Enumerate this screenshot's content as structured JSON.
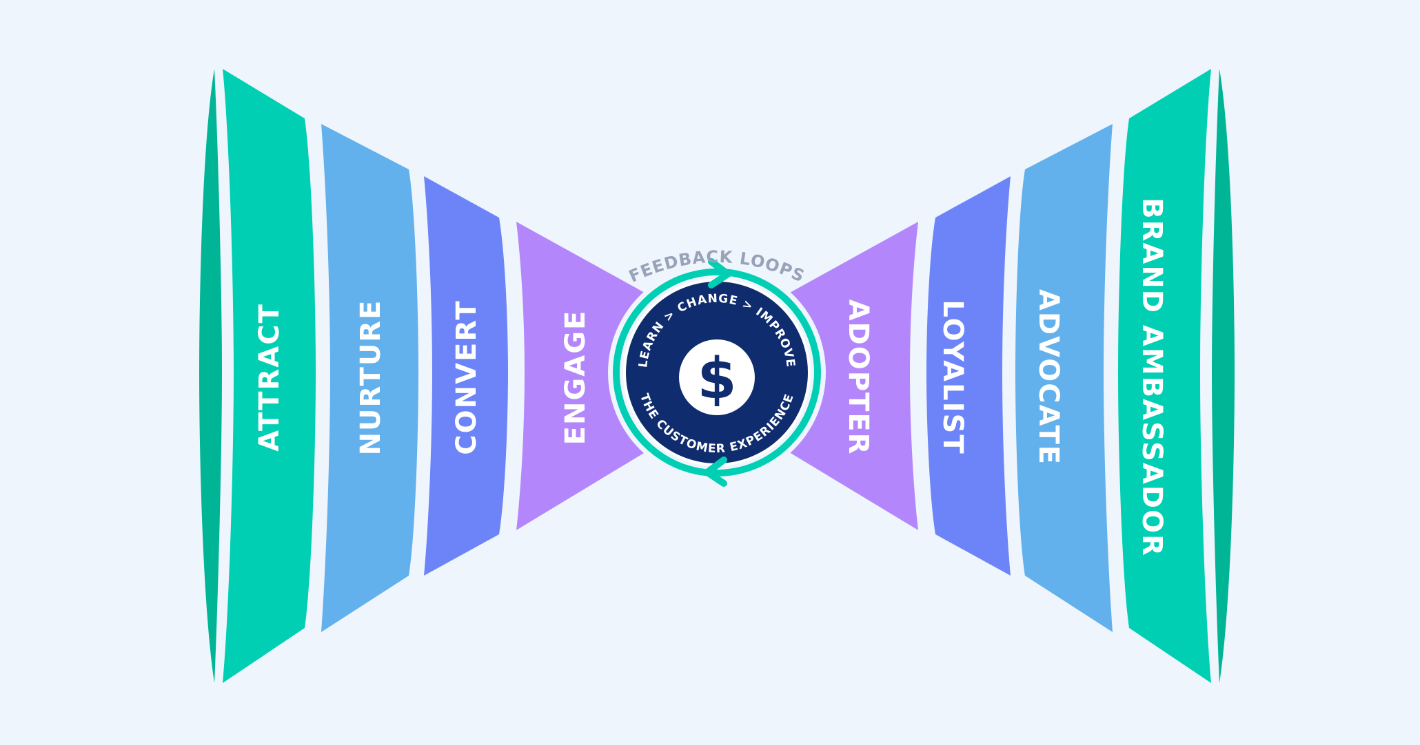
{
  "colors": {
    "background": "#eff5fd",
    "teal": "#00cfb4",
    "teal_dark": "#00b596",
    "sky": "#62b0ec",
    "periwinkle": "#6c84f8",
    "lavender": "#b486fb",
    "navy": "#0f2c6e",
    "feedback_gray": "#98a2b8"
  },
  "left_stages": [
    {
      "label": "ATTRACT",
      "color": "teal",
      "icon": "funnel-rim"
    },
    {
      "label": "NURTURE",
      "color": "sky"
    },
    {
      "label": "CONVERT",
      "color": "periwinkle"
    },
    {
      "label": "ENGAGE",
      "color": "lavender"
    }
  ],
  "right_stages": [
    {
      "label": "ADOPTER",
      "color": "lavender"
    },
    {
      "label": "LOYALIST",
      "color": "periwinkle"
    },
    {
      "label": "ADVOCATE",
      "color": "sky"
    },
    {
      "label": "BRAND AMBASSADOR",
      "color": "teal",
      "icon": "funnel-rim"
    }
  ],
  "center": {
    "feedback_label": "FEEDBACK LOOPS",
    "top_arc_text": "LEARN > CHANGE > IMPROVE",
    "bottom_arc_text": "THE CUSTOMER EXPERIENCE",
    "symbol": "$",
    "icons": [
      "dollar-icon",
      "cycle-arrow-icon"
    ]
  }
}
